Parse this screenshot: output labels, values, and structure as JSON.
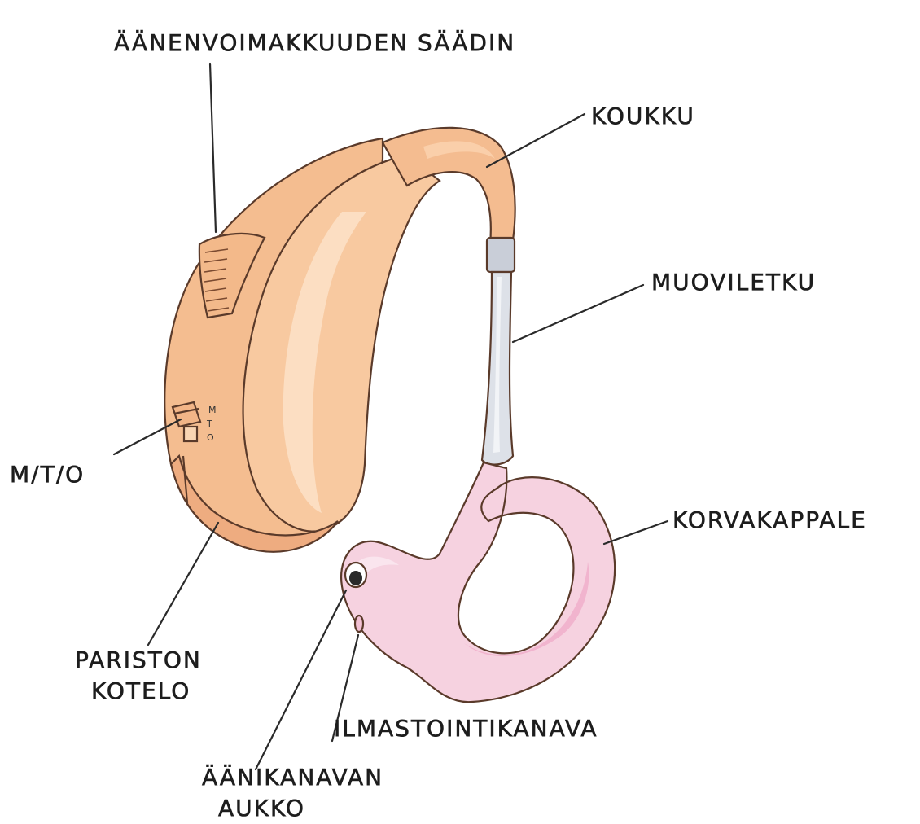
{
  "labels": {
    "volume_control": "ÄÄNENVOIMAKKUUDEN SÄÄDIN",
    "hook": "KOUKKU",
    "tube": "MUOVILETKU",
    "switch": "M/T/O",
    "earmold": "KORVAKAPPALE",
    "battery_line1": "PARISTON",
    "battery_line2": "KOTELO",
    "vent": "ILMASTOINTIKANAVA",
    "sound_bore_line1": "ÄÄNIKANAVAN",
    "sound_bore_line2": "AUKKO"
  },
  "colors": {
    "body": "#f6c49a",
    "body_light": "#fbd9b8",
    "body_shadow": "#eeae82",
    "tube": "#d9dde4",
    "earmold": "#f6d3e1",
    "earmold_deep": "#ee9fc0",
    "ink": "#1d1d1d"
  }
}
